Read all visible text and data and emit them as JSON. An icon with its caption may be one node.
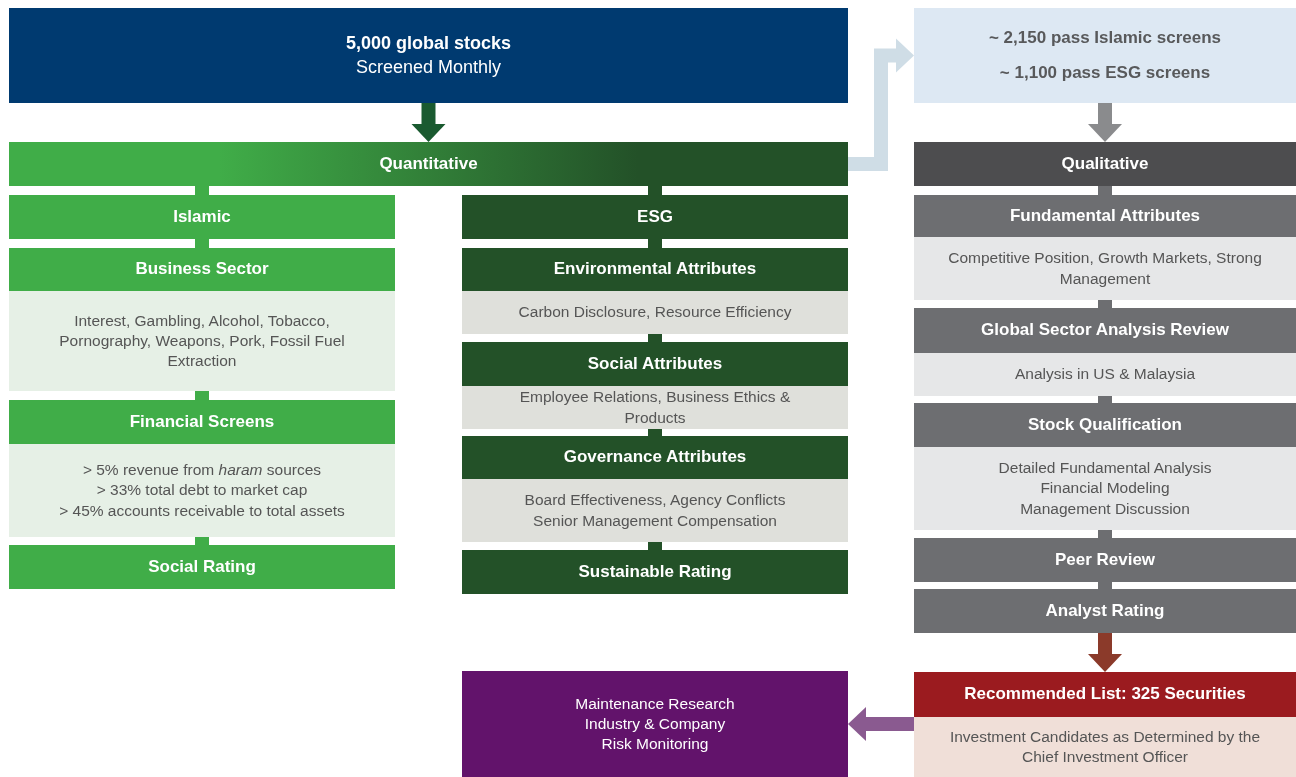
{
  "diagram": {
    "nodes": [
      {
        "text": [
          "5,000 global stocks",
          "Screened Monthly"
        ]
      },
      {
        "text": [
          "Quantitative"
        ]
      },
      {
        "text": [
          "Islamic"
        ]
      },
      {
        "text": [
          "Business Sector"
        ]
      },
      {
        "text": [
          "Interest, Gambling, Alcohol, Tobacco, Pornography, Weapons, Pork, Fossil Fuel Extraction"
        ]
      },
      {
        "text": [
          "Financial Screens"
        ]
      },
      {
        "text": [
          "> 5% revenue from *haram* sources",
          "> 33% total debt to market cap",
          "> 45% accounts receivable to total assets"
        ]
      },
      {
        "text": [
          "Social Rating"
        ]
      },
      {
        "text": [
          "ESG"
        ]
      },
      {
        "text": [
          "Environmental Attributes"
        ]
      },
      {
        "text": [
          "Carbon Disclosure, Resource Efficiency"
        ]
      },
      {
        "text": [
          "Social Attributes"
        ]
      },
      {
        "text": [
          "Employee Relations, Business Ethics & Products"
        ]
      },
      {
        "text": [
          "Governance Attributes"
        ]
      },
      {
        "text": [
          "Board Effectiveness, Agency Conflicts",
          "Senior Management Compensation"
        ]
      },
      {
        "text": [
          "Sustainable Rating"
        ]
      },
      {
        "text": [
          "~ 2,150 pass Islamic screens",
          "~ 1,100 pass ESG screens"
        ]
      },
      {
        "text": [
          "Qualitative"
        ]
      },
      {
        "text": [
          "Fundamental Attributes"
        ]
      },
      {
        "text": [
          "Competitive Position, Growth Markets, Strong Management"
        ]
      },
      {
        "text": [
          "Global Sector Analysis Review"
        ]
      },
      {
        "text": [
          "Analysis in US & Malaysia"
        ]
      },
      {
        "text": [
          "Stock Qualification"
        ]
      },
      {
        "text": [
          "Detailed Fundamental Analysis",
          "Financial Modeling",
          "Management Discussion"
        ]
      },
      {
        "text": [
          "Peer Review"
        ]
      },
      {
        "text": [
          "Analyst Rating"
        ]
      },
      {
        "text": [
          "Recommended List: 325 Securities"
        ]
      },
      {
        "text": [
          "Investment Candidates as Determined by the Chief Investment Officer"
        ]
      },
      {
        "text": [
          "Maintenance Research",
          "Industry & Company",
          "Risk Monitoring"
        ]
      }
    ],
    "edges": [
      {
        "from": 0,
        "to": 1,
        "arrow": "to",
        "color": "#1a5a30"
      },
      {
        "from": 1,
        "to": 16,
        "arrow": "to",
        "color": "#cfdde6"
      },
      {
        "from": 16,
        "to": 17,
        "arrow": "to",
        "color": "#8a8b8d"
      },
      {
        "from": 25,
        "to": 26,
        "arrow": "to",
        "color": "#8b3a2a"
      },
      {
        "from": 27,
        "to": 28,
        "arrow": "to",
        "color": "#8a5a90"
      },
      {
        "from": 1,
        "to": 2,
        "arrow": "none",
        "color": "#40ad48"
      },
      {
        "from": 1,
        "to": 8,
        "arrow": "none",
        "color": "#235128"
      },
      {
        "from": 2,
        "to": 3,
        "arrow": "none",
        "color": "#40ad48"
      },
      {
        "from": 4,
        "to": 5,
        "arrow": "none",
        "color": "#40ad48"
      },
      {
        "from": 6,
        "to": 7,
        "arrow": "none",
        "color": "#40ad48"
      },
      {
        "from": 8,
        "to": 9,
        "arrow": "none",
        "color": "#235128"
      },
      {
        "from": 10,
        "to": 11,
        "arrow": "none",
        "color": "#235128"
      },
      {
        "from": 12,
        "to": 13,
        "arrow": "none",
        "color": "#235128"
      },
      {
        "from": 14,
        "to": 15,
        "arrow": "none",
        "color": "#235128"
      },
      {
        "from": 17,
        "to": 18,
        "arrow": "none",
        "color": "#6d6e71"
      },
      {
        "from": 19,
        "to": 20,
        "arrow": "none",
        "color": "#6d6e71"
      },
      {
        "from": 21,
        "to": 22,
        "arrow": "none",
        "color": "#6d6e71"
      },
      {
        "from": 23,
        "to": 24,
        "arrow": "none",
        "color": "#6d6e71"
      },
      {
        "from": 24,
        "to": 25,
        "arrow": "none",
        "color": "#6d6e71"
      }
    ]
  }
}
